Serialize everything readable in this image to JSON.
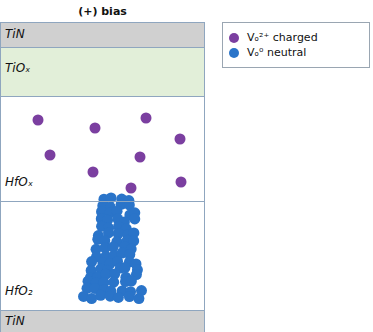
{
  "diagram": {
    "title": "(+) bias",
    "nodes": [
      {
        "text": [
          "TiN"
        ]
      },
      {
        "text": [
          "TiOₓ"
        ]
      },
      {
        "text": [
          "HfOₓ"
        ]
      },
      {
        "text": [
          "HfO₂"
        ]
      },
      {
        "text": [
          "TiN"
        ]
      }
    ],
    "legend": [
      {
        "text": "Vₒ²⁺ charged",
        "color": "#7b3fa0"
      },
      {
        "text": "Vₒ⁰ neutral",
        "color": "#2a74c9"
      }
    ]
  }
}
